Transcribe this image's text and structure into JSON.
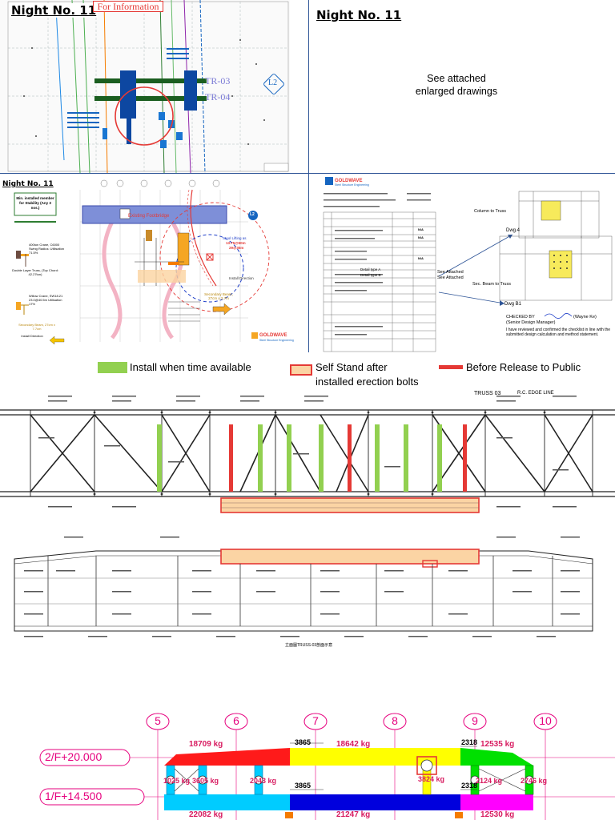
{
  "panels": {
    "top_left": {
      "title": "Night No. 11",
      "stamp": "For Information",
      "labels": [
        "TR-03",
        "TR-04",
        "L2"
      ]
    },
    "top_right": {
      "title": "Night No. 11",
      "note_line1": "See attached",
      "note_line2": "enlarged drawings"
    },
    "mid_left": {
      "title": "Night No. 11",
      "box_title": "Min. installed member for Stability (Any 3 nos.)",
      "crane1": "400ton Crane, C6000 Swing Radius: Utilisation 71.5%",
      "truss_text": "Double Layer Truss, (Top Chord: 42.27ton)",
      "crane2": "Willow Crane, SW18.21 23.0@40.5m Utilisation 17%",
      "secondary": "Secondary Beam, 27cm x 7.7cm",
      "install_dir": "Install Direction",
      "lifting": "Existing Footbridge",
      "radius_label": "Stool Lifting as",
      "radius_val1": "13.75@50m",
      "radius_val2": "29@35m",
      "install_dir2": "Install Direction",
      "sec_beam": "Secondary Beam, 27cm x 2.7m",
      "logo": "GOLDWAVE",
      "logo_sub": "Steel Structure Engineering",
      "mark_l2": "L2"
    },
    "mid_right": {
      "logo": "GOLDWAVE",
      "logo_sub": "Steel Structure Engineering",
      "col_truss": "Column to Truss",
      "dwg4": "Dwg.4",
      "see_attached1": "See Attached",
      "see_attached2": "See Attached",
      "sec_beam_truss": "Sec. Beam to Truss",
      "dwg_b1": "Dwg B1",
      "checked_by": "CHECKED BY",
      "checked_name": "(Wayne Ke)",
      "checked_role": "(Senior Design Manager)",
      "statement": "I have reviewed and confirmed the checklist in line with the submitted design calculation and method statement.",
      "detail_type_a": "Detail type A",
      "detail_type_b": "Detail type B",
      "na": "N/A"
    }
  },
  "legend": {
    "items": [
      {
        "label": "Install when time available",
        "color": "#92d050"
      },
      {
        "label_line1": "Self Stand after",
        "label_line2": "installed erection bolts",
        "color": "#fbd4a4",
        "border": "#e53935"
      },
      {
        "label": "Before Release to Public",
        "color": "#e53935"
      }
    ]
  },
  "elevation": {
    "truss_label": "TRUSS 03",
    "edge_label": "R.C. EDGE LINE",
    "bottom_caption": "立面圖TRUSS-03剖面示意"
  },
  "weight_diagram": {
    "gridlines": [
      "5",
      "6",
      "7",
      "8",
      "9",
      "10"
    ],
    "levels": [
      "2/F+20.000",
      "1/F+14.500"
    ],
    "top_weights": [
      "18709 kg",
      "18642 kg",
      "12535 kg"
    ],
    "bottom_weights": [
      "22082 kg",
      "21247 kg",
      "12530 kg"
    ],
    "column_weights": [
      "1025 kg",
      "3605 kg",
      "2043 kg",
      "3824 kg",
      "2124 kg",
      "2746 kg"
    ],
    "dims": [
      "3865",
      "3865",
      "2318",
      "2318"
    ]
  },
  "colors": {
    "divider": "#2f5597",
    "green": "#92d050",
    "red": "#e53935",
    "orange_fill": "#fbd4a4",
    "magenta": "#e6007e"
  }
}
